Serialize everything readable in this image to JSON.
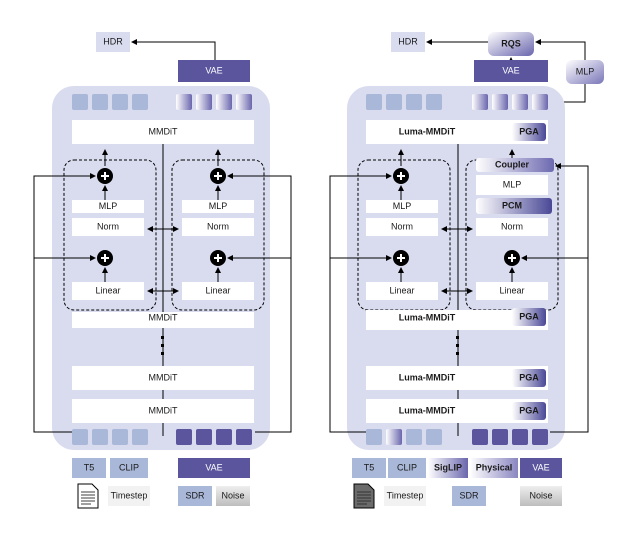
{
  "left": {
    "hdr": "HDR",
    "vae_top": "VAE",
    "mmdit_top": "MMDiT",
    "mlp": "MLP",
    "norm": "Norm",
    "linear": "Linear",
    "mmdit_mid": "MMDiT",
    "mmdit_b1": "MMDiT",
    "mmdit_b2": "MMDiT",
    "t5": "T5",
    "clip": "CLIP",
    "timestep": "Timestep",
    "vae_bottom": "VAE",
    "sdr": "SDR",
    "noise": "Noise"
  },
  "right": {
    "hdr": "HDR",
    "rqs": "RQS",
    "vae_top": "VAE",
    "mlp_side": "MLP",
    "luma_top": "Luma-MMDiT",
    "pga": "PGA",
    "coupler": "Coupler",
    "mlp_right": "MLP",
    "pcm": "PCM",
    "mlp_left": "MLP",
    "norm": "Norm",
    "linear": "Linear",
    "luma_mid": "Luma-MMDiT",
    "luma_b1": "Luma-MMDiT",
    "luma_b2": "Luma-MMDiT",
    "t5": "T5",
    "clip": "CLIP",
    "siglip": "SigLIP",
    "physical": "Physical",
    "vae_bottom": "VAE",
    "timestep": "Timestep",
    "sdr": "SDR",
    "noise": "Noise"
  },
  "colors": {
    "panel": "#d9dbef",
    "token_light": "#a9b7d8",
    "token_dark": "#5b559e",
    "pga_dark": "#4a4896"
  }
}
